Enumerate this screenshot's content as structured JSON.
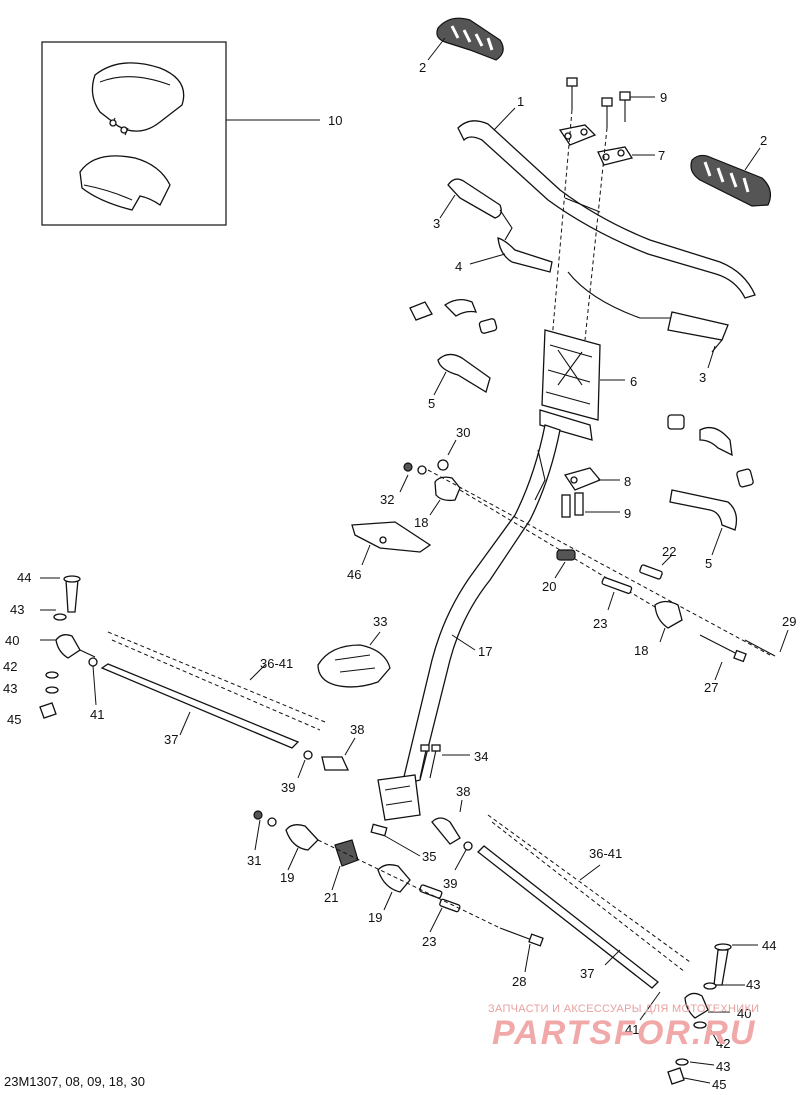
{
  "callouts": [
    {
      "id": "c1",
      "text": "1"
    },
    {
      "id": "c2a",
      "text": "2"
    },
    {
      "id": "c2b",
      "text": "2"
    },
    {
      "id": "c3a",
      "text": "3"
    },
    {
      "id": "c3b",
      "text": "3"
    },
    {
      "id": "c4",
      "text": "4"
    },
    {
      "id": "c5a",
      "text": "5"
    },
    {
      "id": "c5b",
      "text": "5"
    },
    {
      "id": "c6",
      "text": "6"
    },
    {
      "id": "c7",
      "text": "7"
    },
    {
      "id": "c8",
      "text": "8"
    },
    {
      "id": "c9a",
      "text": "9"
    },
    {
      "id": "c9b",
      "text": "9"
    },
    {
      "id": "c10",
      "text": "10"
    },
    {
      "id": "c17",
      "text": "17"
    },
    {
      "id": "c18a",
      "text": "18"
    },
    {
      "id": "c18b",
      "text": "18"
    },
    {
      "id": "c19a",
      "text": "19"
    },
    {
      "id": "c19b",
      "text": "19"
    },
    {
      "id": "c20",
      "text": "20"
    },
    {
      "id": "c21",
      "text": "21"
    },
    {
      "id": "c22",
      "text": "22"
    },
    {
      "id": "c23a",
      "text": "23"
    },
    {
      "id": "c23b",
      "text": "23"
    },
    {
      "id": "c27",
      "text": "27"
    },
    {
      "id": "c28",
      "text": "28"
    },
    {
      "id": "c29",
      "text": "29"
    },
    {
      "id": "c30",
      "text": "30"
    },
    {
      "id": "c31",
      "text": "31"
    },
    {
      "id": "c32",
      "text": "32"
    },
    {
      "id": "c33",
      "text": "33"
    },
    {
      "id": "c34",
      "text": "34"
    },
    {
      "id": "c35",
      "text": "35"
    },
    {
      "id": "c3641a",
      "text": "36-41"
    },
    {
      "id": "c3641b",
      "text": "36-41"
    },
    {
      "id": "c37a",
      "text": "37"
    },
    {
      "id": "c37b",
      "text": "37"
    },
    {
      "id": "c38a",
      "text": "38"
    },
    {
      "id": "c38b",
      "text": "38"
    },
    {
      "id": "c39a",
      "text": "39"
    },
    {
      "id": "c39b",
      "text": "39"
    },
    {
      "id": "c40a",
      "text": "40"
    },
    {
      "id": "c40b",
      "text": "40"
    },
    {
      "id": "c41a",
      "text": "41"
    },
    {
      "id": "c41b",
      "text": "41"
    },
    {
      "id": "c42a",
      "text": "42"
    },
    {
      "id": "c42b",
      "text": "42"
    },
    {
      "id": "c43a",
      "text": "43"
    },
    {
      "id": "c43b",
      "text": "43"
    },
    {
      "id": "c43c",
      "text": "43"
    },
    {
      "id": "c43d",
      "text": "43"
    },
    {
      "id": "c44a",
      "text": "44"
    },
    {
      "id": "c44b",
      "text": "44"
    },
    {
      "id": "c45a",
      "text": "45"
    },
    {
      "id": "c45b",
      "text": "45"
    },
    {
      "id": "c46",
      "text": "46"
    }
  ],
  "reference_code": "23M1307, 08, 09, 18, 30",
  "watermark": {
    "tagline": "ЗАПЧАСТИ И АКСЕССУАРЫ ДЛЯ МОТОТЕХНИКИ",
    "brand": "PARTSFOR.RU"
  },
  "colors": {
    "line": "#111111",
    "watermark": "#f0a8a8",
    "background": "#ffffff"
  }
}
